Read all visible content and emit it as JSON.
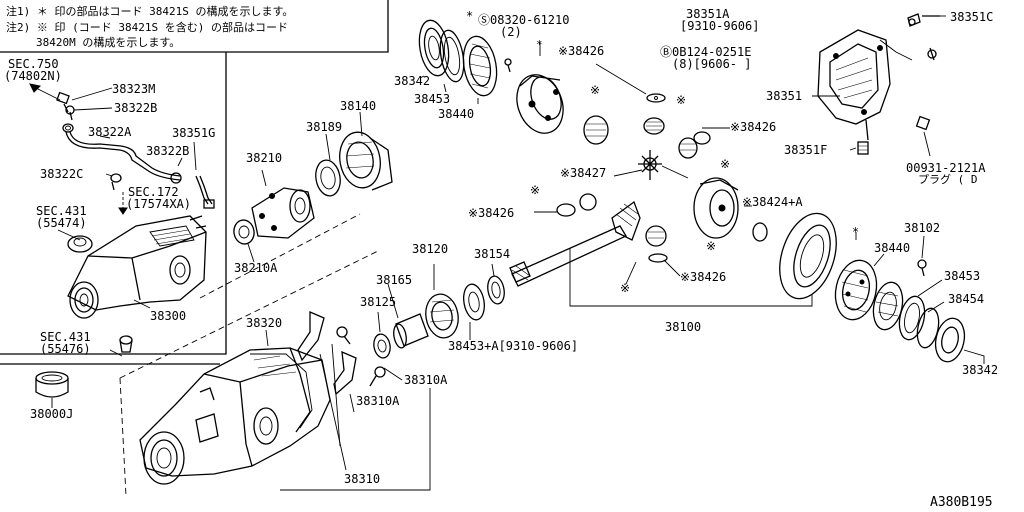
{
  "notes": [
    "注1) ＊ 印の部品はコード 38421S の構成を示します。",
    "注2) ※ 印 (コード 38421S を含む) の部品はコード",
    "38420M の構成を示します。"
  ],
  "labels": {
    "sec750": "SEC.750",
    "sec750_code": "(74802N)",
    "p38323M": "38323M",
    "p38322B_a": "38322B",
    "p38322A": "38322A",
    "p38351G": "38351G",
    "p38322B_b": "38322B",
    "p38322C": "38322C",
    "sec172": "SEC.172",
    "sec172_code": "(17574XA)",
    "sec431a": "SEC.431",
    "sec431a_code": "(55474)",
    "p38300": "38300",
    "sec431b": "SEC.431",
    "sec431b_code": "(55476)",
    "p38000J": "38000J",
    "p38342_a": "38342",
    "p38453_a": "38453",
    "p38440_a": "38440",
    "s_bolt": "Ⓢ08320-61210",
    "s_bolt_qty": "(2)",
    "p38426_a": "※38426",
    "p38426_b": "※38426",
    "p38427": "※38427",
    "p38426_c": "※38426",
    "p38426_d": "※38426",
    "p38424": "※38424+A",
    "p38140": "38140",
    "p38189": "38189",
    "p38210": "38210",
    "p38210A": "38210A",
    "p38120": "38120",
    "p38154": "38154",
    "p38165": "38165",
    "p38125": "38125",
    "p38453A": "38453+A[9310-9606]",
    "p38100": "38100",
    "p38320": "38320",
    "p38310A_a": "38310A",
    "p38310A_b": "38310A",
    "p38310": "38310",
    "p38351A": "38351A",
    "p38351A_range": "[9310-9606]",
    "p38351C": "38351C",
    "b_bolt": "Ⓑ0B124-0251E",
    "b_bolt_qty": "(8)[9606-    ]",
    "p38351": "38351",
    "p38351F": "38351F",
    "plug_code": "00931-2121A",
    "plug_name": "プラグ ( D",
    "p38102": "38102",
    "p38440_b": "38440",
    "p38453_b": "38453",
    "p38454": "38454",
    "p38342_b": "38342",
    "diagram_code": "A380B195"
  }
}
